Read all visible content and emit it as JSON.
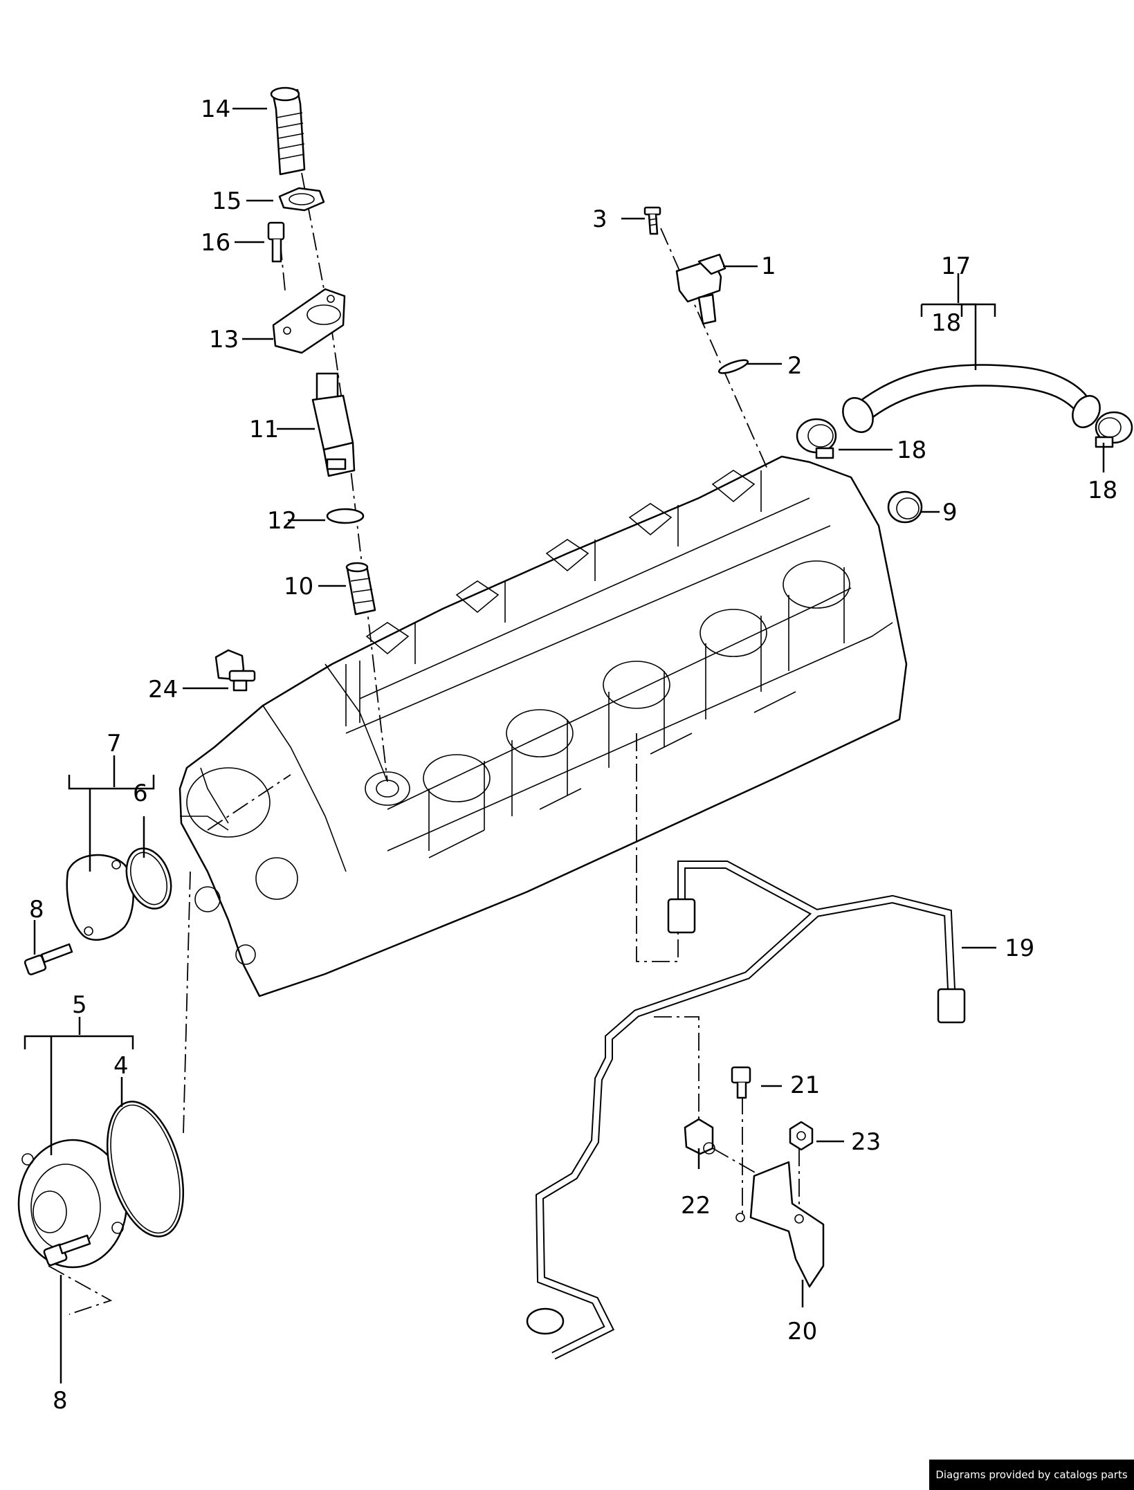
{
  "diagram": {
    "type": "exploded parts diagram",
    "callouts": [
      "1",
      "2",
      "3",
      "4",
      "5",
      "6",
      "7",
      "8",
      "8",
      "9",
      "10",
      "11",
      "12",
      "13",
      "14",
      "15",
      "16",
      "17",
      "18",
      "18",
      "18",
      "19",
      "20",
      "21",
      "22",
      "23",
      "24"
    ]
  },
  "footer": {
    "credit": "Diagrams provided by catalogs parts",
    "background": "#000000",
    "color": "#ffffff"
  }
}
